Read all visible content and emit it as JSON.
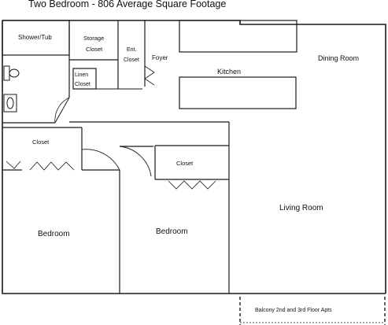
{
  "title": "Two Bedroom - 806 Average Square Footage",
  "rooms": {
    "shower_tub": "Shower/Tub",
    "storage_closet_1": "Storage",
    "storage_closet_2": "Closet",
    "entry_closet_1": "Ent.",
    "entry_closet_2": "Closet",
    "foyer": "Foyer",
    "kitchen": "Kitchen",
    "dining_room": "Dining Room",
    "linen_closet_1": "Linen",
    "linen_closet_2": "Closet",
    "closet_left": "Closet",
    "closet_middle": "Closet",
    "bedroom_1": "Bedroom",
    "bedroom_2": "Bedroom",
    "living_room": "Living Room",
    "balcony": "Balcony 2nd and 3rd Floor Apts"
  }
}
